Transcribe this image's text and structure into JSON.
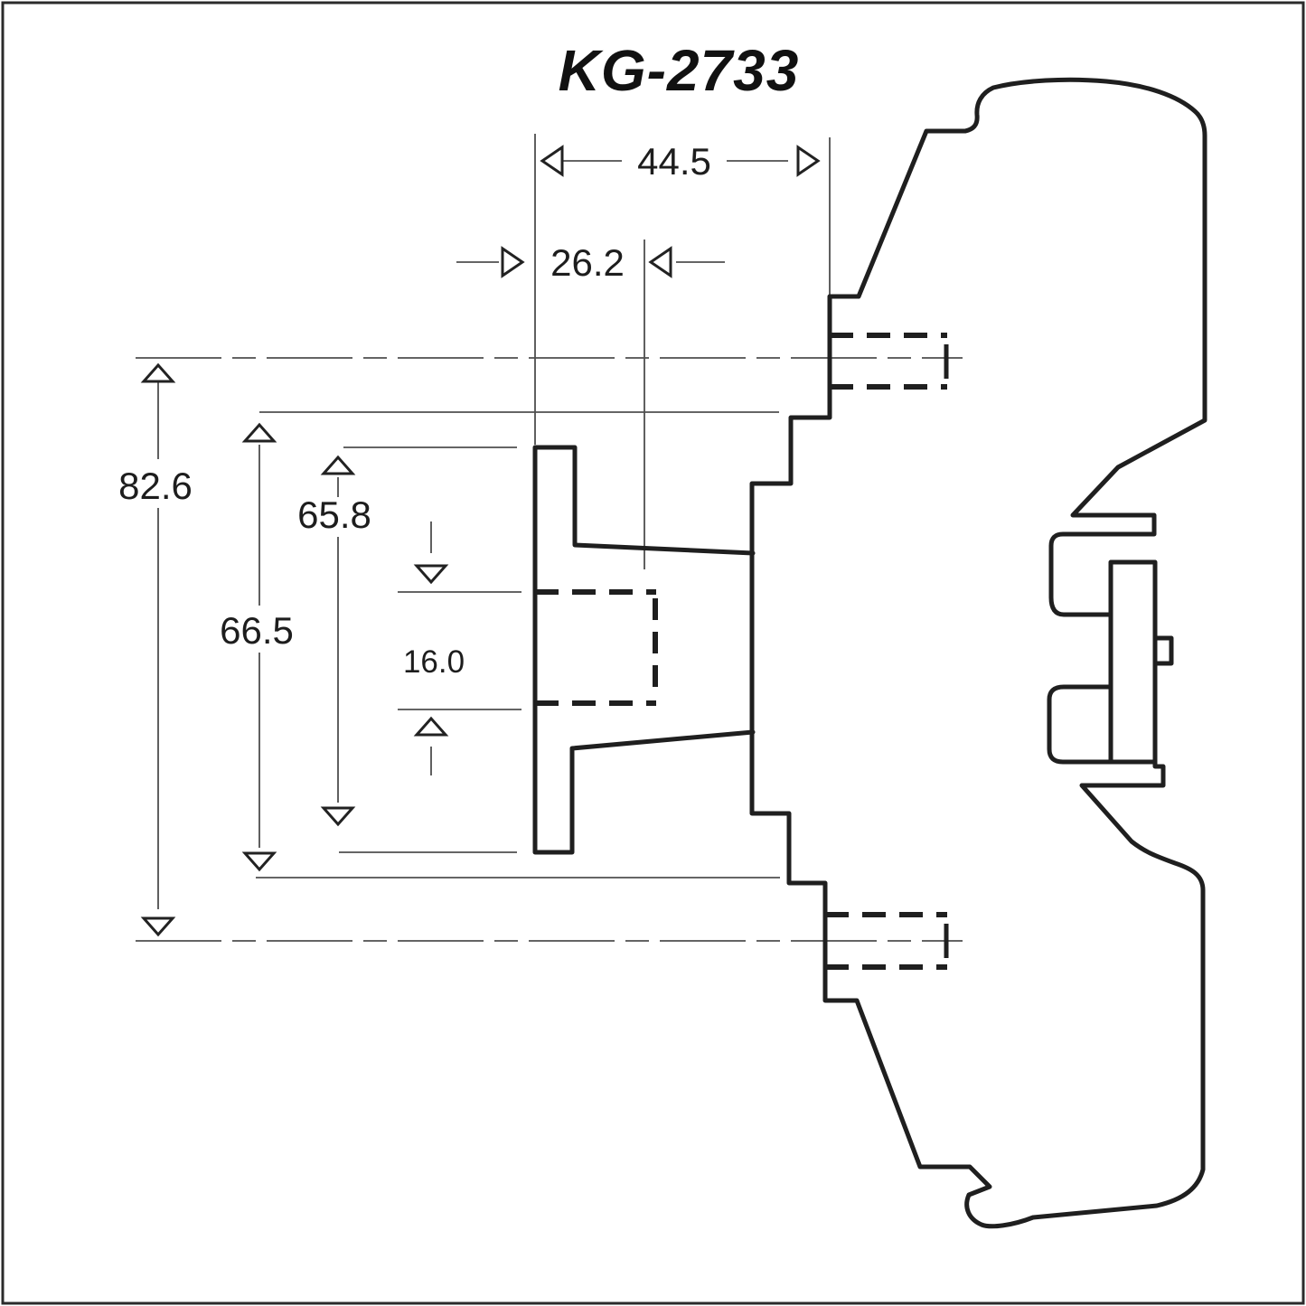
{
  "title": "KG-2733",
  "drawing": {
    "background": "#ffffff",
    "line_color": "#1f1f1f",
    "dim_line_color": "#4f4f4f",
    "view": "side-profile section with hidden screw holes and DIN-rail clip"
  },
  "dimensions": {
    "top_width": {
      "value": "44.5",
      "orientation": "horizontal"
    },
    "flange_width": {
      "value": "26.2",
      "orientation": "horizontal"
    },
    "overall_height": {
      "value": "82.6",
      "orientation": "vertical"
    },
    "flange_height": {
      "value": "65.8",
      "orientation": "vertical"
    },
    "mid_height": {
      "value": "66.5",
      "orientation": "vertical"
    },
    "boss_height": {
      "value": "16.0",
      "orientation": "vertical"
    }
  }
}
